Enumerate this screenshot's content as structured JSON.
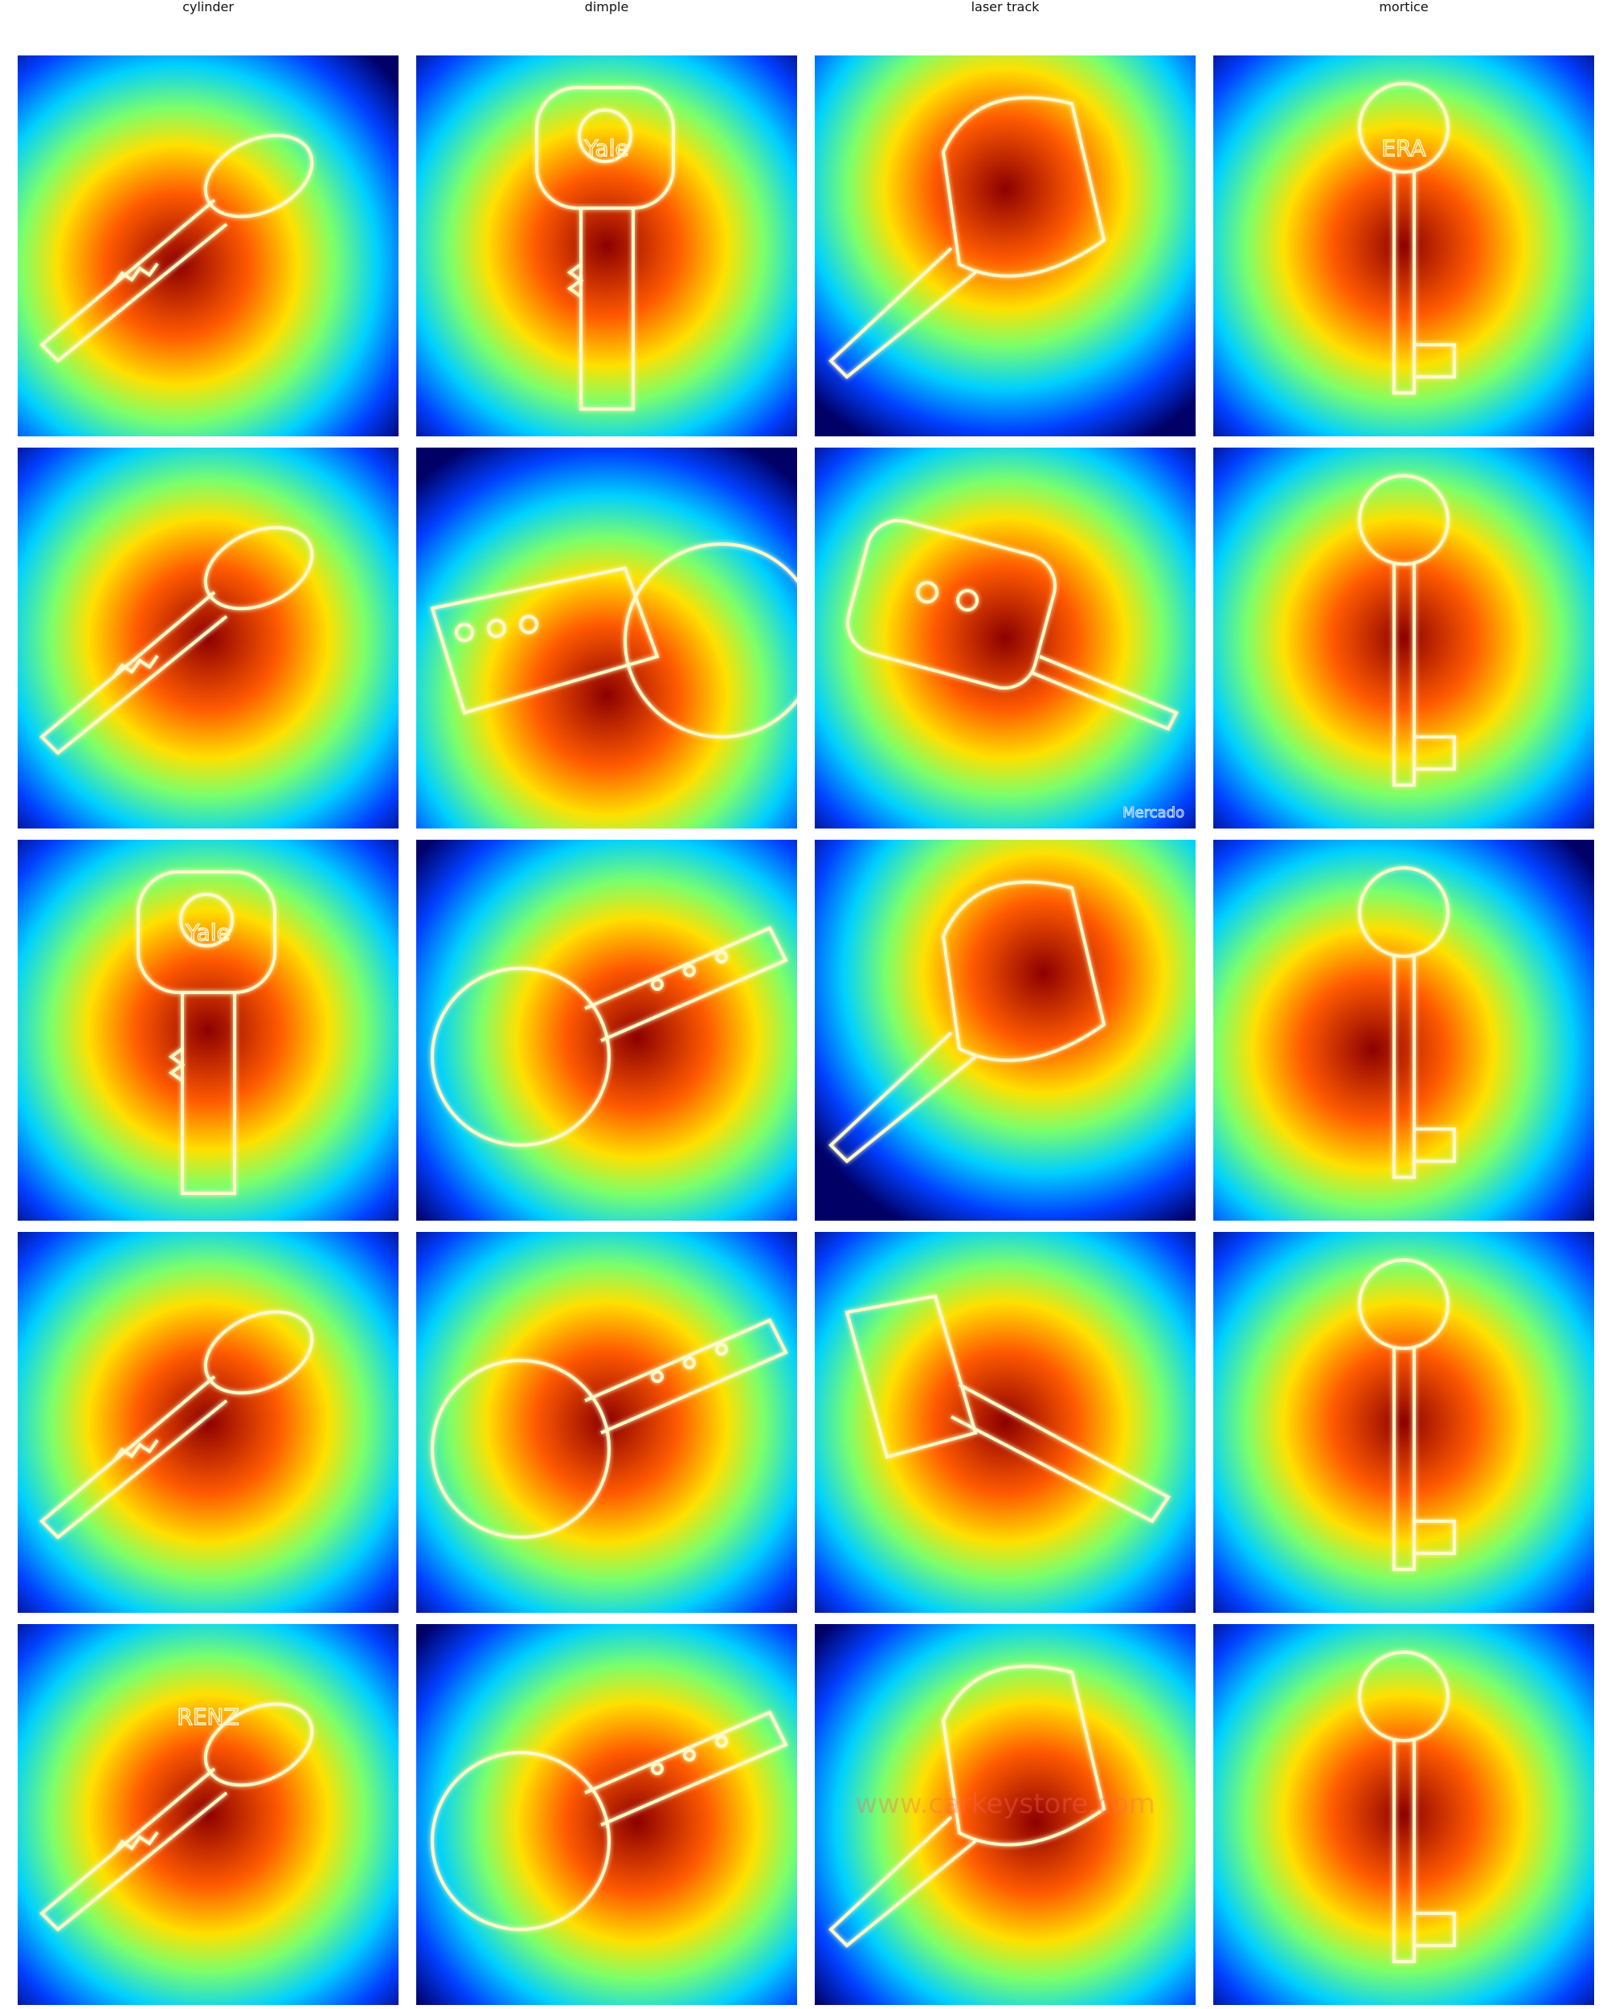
{
  "figure": {
    "columns": [
      "cylinder",
      "dimple",
      "laser track",
      "mortice"
    ],
    "rows": 5,
    "overlay": "heatmap",
    "colormap": [
      "#000066",
      "#0040ff",
      "#00d0ff",
      "#7cff6a",
      "#ffe000",
      "#ff5a00",
      "#8c0000"
    ]
  },
  "watermarks": {
    "laser_row2": "Mercado",
    "laser_row5": "www.carkeystore.com"
  },
  "cells": [
    [
      {
        "key": "cylinder-key",
        "heat": "center-left",
        "logo": ""
      },
      {
        "key": "yale-key",
        "heat": "center",
        "logo": "Yale"
      },
      {
        "key": "car-fob-key",
        "heat": "top-center",
        "logo": ""
      },
      {
        "key": "mortice-key",
        "heat": "center",
        "logo": "ERA"
      }
    ],
    [
      {
        "key": "cylinder-key",
        "heat": "center",
        "logo": ""
      },
      {
        "key": "dimple-key-ring",
        "heat": "bottom-center",
        "logo": ""
      },
      {
        "key": "flip-fob-key",
        "heat": "center",
        "logo": ""
      },
      {
        "key": "mortice-key",
        "heat": "center",
        "logo": ""
      }
    ],
    [
      {
        "key": "yale-key",
        "heat": "center",
        "logo": "Yale"
      },
      {
        "key": "dimple-key",
        "heat": "center-right",
        "logo": ""
      },
      {
        "key": "car-fob-key",
        "heat": "top-right",
        "logo": ""
      },
      {
        "key": "mortice-key",
        "heat": "center-left",
        "logo": ""
      }
    ],
    [
      {
        "key": "cylinder-key",
        "heat": "center",
        "logo": ""
      },
      {
        "key": "dimple-key",
        "heat": "center",
        "logo": ""
      },
      {
        "key": "laser-key",
        "heat": "center",
        "logo": ""
      },
      {
        "key": "mortice-key",
        "heat": "center",
        "logo": ""
      }
    ],
    [
      {
        "key": "cylinder-key",
        "heat": "center",
        "logo": "RENZ"
      },
      {
        "key": "dimple-key",
        "heat": "center-right",
        "logo": ""
      },
      {
        "key": "car-fob-key",
        "heat": "center-right",
        "logo": ""
      },
      {
        "key": "mortice-key",
        "heat": "center",
        "logo": ""
      }
    ]
  ]
}
